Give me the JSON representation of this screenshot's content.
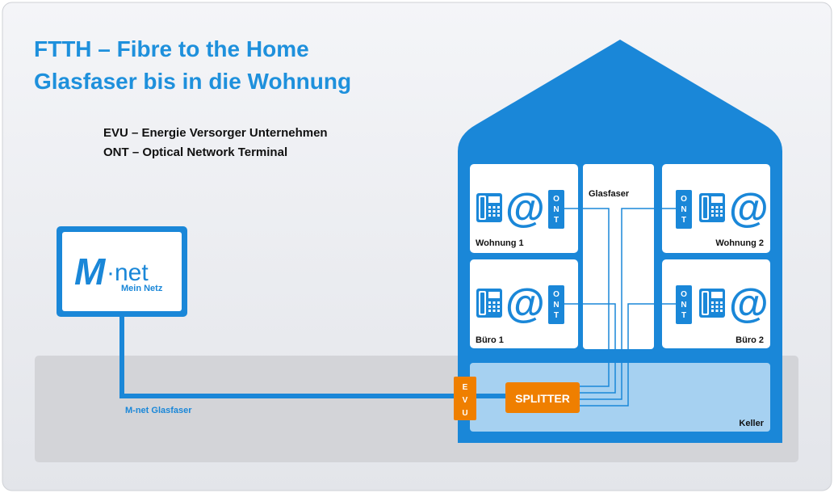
{
  "title": {
    "line1": "FTTH – Fibre to the Home",
    "line2": "Glasfaser bis in die Wohnung"
  },
  "legend": {
    "evu": "EVU – Energie Versorger Unternehmen",
    "ont": "ONT – Optical Network Terminal"
  },
  "provider": {
    "logo_m": "M",
    "logo_net": "·net",
    "logo_tagline": "Mein Netz",
    "cable_label": "M-net Glasfaser"
  },
  "house": {
    "fiber_label": "Glasfaser",
    "basement_label": "Keller",
    "splitter_label": "SPLITTER",
    "evu_letters": [
      "E",
      "V",
      "U"
    ],
    "ont_letters": [
      "O",
      "N",
      "T"
    ],
    "at_symbol": "@",
    "units": [
      {
        "label": "Wohnung 1"
      },
      {
        "label": "Wohnung 2"
      },
      {
        "label": "Büro 1"
      },
      {
        "label": "Büro 2"
      }
    ]
  },
  "colors": {
    "blue": "#1a87d8",
    "title_blue": "#1e90dc",
    "basement": "#a6d1f1",
    "orange": "#ef7f00",
    "ground": "#d3d4d8",
    "background": "#e9eaee"
  }
}
